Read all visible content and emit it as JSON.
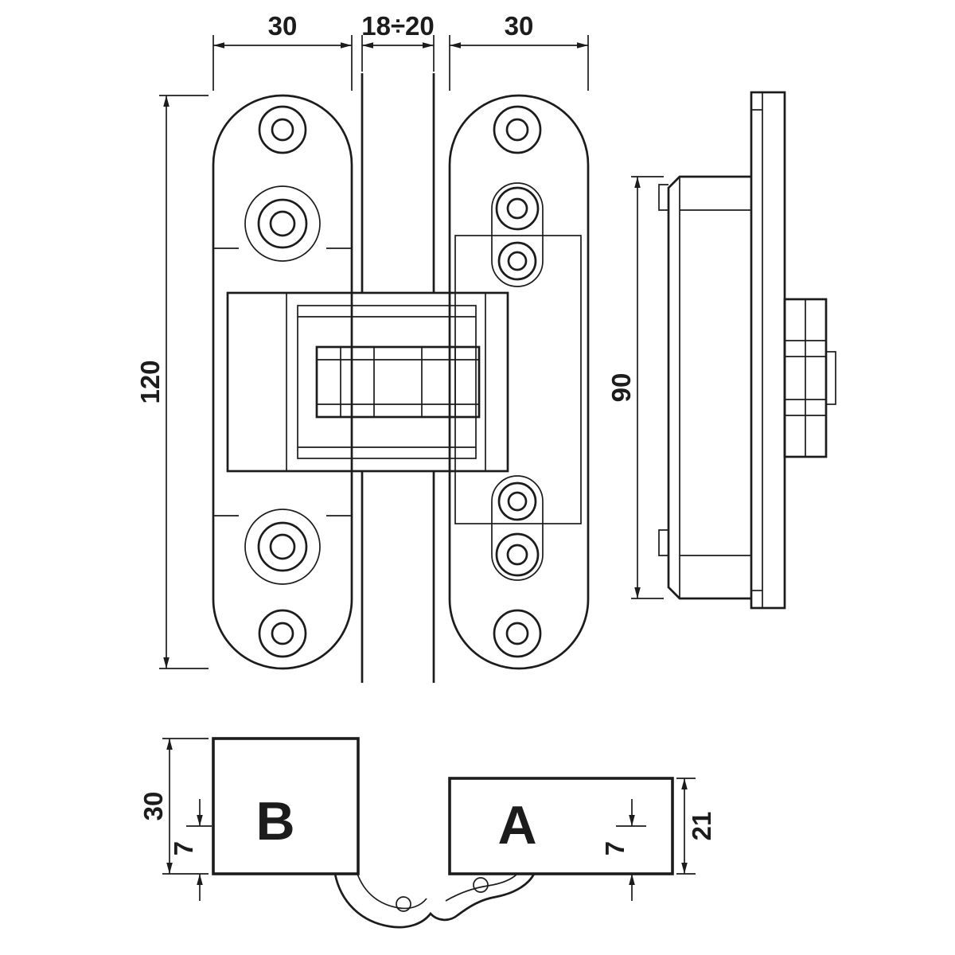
{
  "ink_color": "#1c1c1c",
  "front_view": {
    "dim_left_plate_width": "30",
    "dim_gap_range": "18÷20",
    "dim_right_plate_width": "30",
    "dim_total_height": "120"
  },
  "side_view": {
    "dim_body_height": "90"
  },
  "bottom_view": {
    "label_left_leaf": "B",
    "label_right_leaf": "A",
    "dim_left_block_depth": "30",
    "dim_left_offset": "7",
    "dim_right_block_depth": "21",
    "dim_right_offset": "7"
  }
}
